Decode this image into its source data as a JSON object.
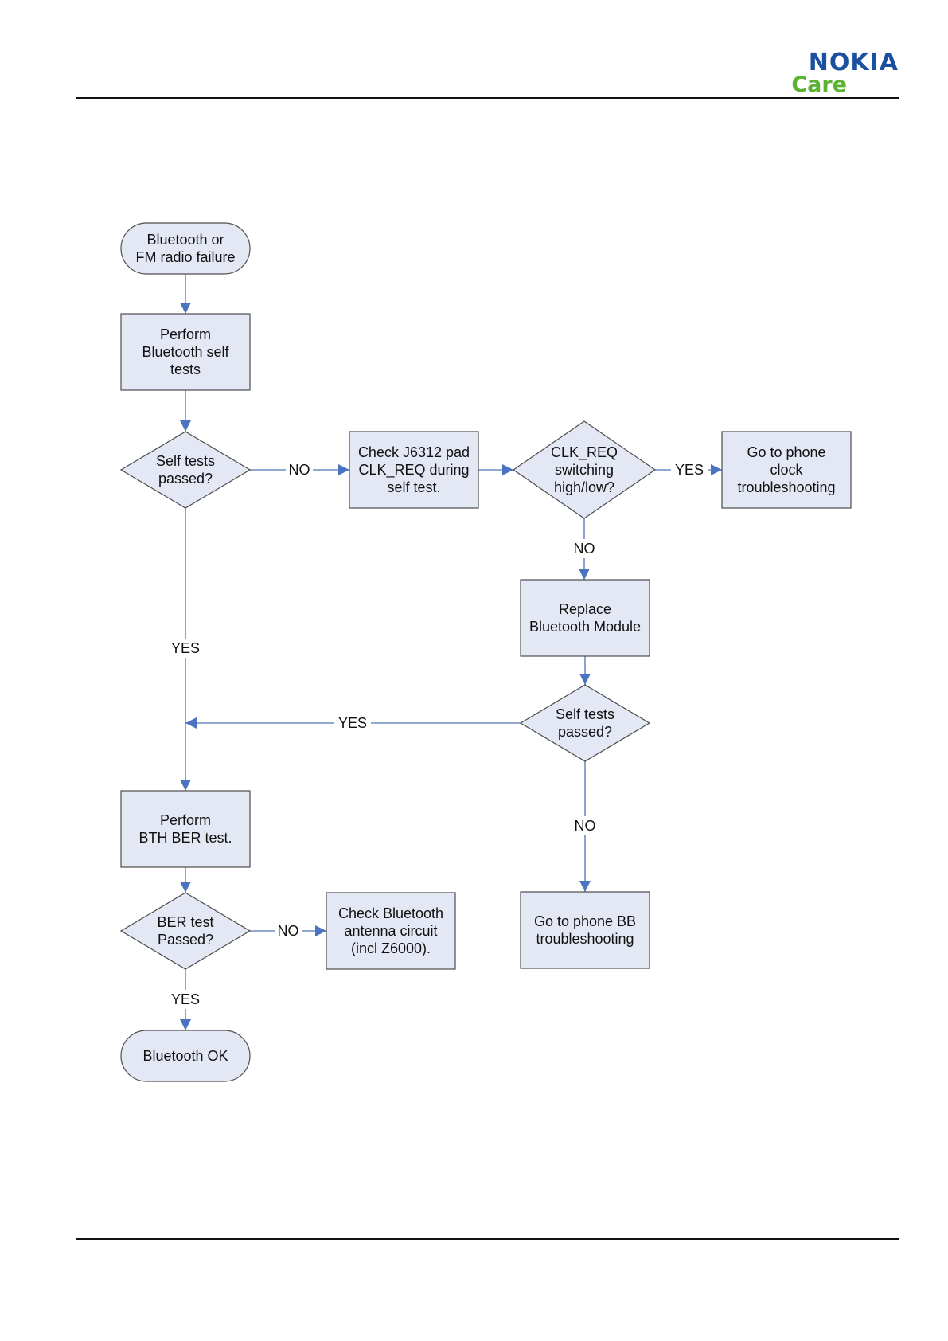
{
  "header": {
    "brand": "NOKIA",
    "sub_brand": "Care",
    "brand_color": "#1b4fa0",
    "sub_brand_color": "#5bb233"
  },
  "nodes": [
    {
      "id": "start",
      "shape": "terminator",
      "lines": [
        "Bluetooth or",
        "FM radio failure"
      ]
    },
    {
      "id": "bt-self-tests",
      "shape": "process",
      "lines": [
        "Perform",
        "Bluetooth self",
        "tests"
      ]
    },
    {
      "id": "self-tests-passed-1",
      "shape": "decision",
      "lines": [
        "Self tests",
        "passed?"
      ]
    },
    {
      "id": "check-j6312",
      "shape": "process",
      "lines": [
        "Check J6312 pad",
        "CLK_REQ during",
        "self test."
      ]
    },
    {
      "id": "clk-req-switching",
      "shape": "decision",
      "lines": [
        "CLK_REQ",
        "switching",
        "high/low?"
      ]
    },
    {
      "id": "phone-clock",
      "shape": "process",
      "lines": [
        "Go to phone",
        "clock",
        "troubleshooting"
      ]
    },
    {
      "id": "replace-bt-module",
      "shape": "process",
      "lines": [
        "Replace",
        "Bluetooth Module"
      ]
    },
    {
      "id": "self-tests-passed-2",
      "shape": "decision",
      "lines": [
        "Self tests",
        "passed?"
      ]
    },
    {
      "id": "bth-ber-test",
      "shape": "process",
      "lines": [
        "Perform",
        "BTH BER test."
      ]
    },
    {
      "id": "ber-test-passed",
      "shape": "decision",
      "lines": [
        "BER test",
        "Passed?"
      ]
    },
    {
      "id": "check-antenna",
      "shape": "process",
      "lines": [
        "Check Bluetooth",
        "antenna circuit",
        "(incl Z6000)."
      ]
    },
    {
      "id": "phone-bb",
      "shape": "process",
      "lines": [
        "Go to phone BB",
        "troubleshooting"
      ]
    },
    {
      "id": "bt-ok",
      "shape": "terminator",
      "lines": [
        "Bluetooth OK"
      ]
    }
  ],
  "edges": [
    {
      "from": "start",
      "to": "bt-self-tests",
      "label": ""
    },
    {
      "from": "bt-self-tests",
      "to": "self-tests-passed-1",
      "label": ""
    },
    {
      "from": "self-tests-passed-1",
      "to": "check-j6312",
      "label": "NO"
    },
    {
      "from": "check-j6312",
      "to": "clk-req-switching",
      "label": ""
    },
    {
      "from": "clk-req-switching",
      "to": "phone-clock",
      "label": "YES"
    },
    {
      "from": "clk-req-switching",
      "to": "replace-bt-module",
      "label": "NO"
    },
    {
      "from": "replace-bt-module",
      "to": "self-tests-passed-2",
      "label": ""
    },
    {
      "from": "self-tests-passed-1",
      "to": "bth-ber-test",
      "label": "YES"
    },
    {
      "from": "self-tests-passed-2",
      "to": "bth-ber-test",
      "label": "YES"
    },
    {
      "from": "self-tests-passed-2",
      "to": "phone-bb",
      "label": "NO"
    },
    {
      "from": "bth-ber-test",
      "to": "ber-test-passed",
      "label": ""
    },
    {
      "from": "ber-test-passed",
      "to": "check-antenna",
      "label": "NO"
    },
    {
      "from": "ber-test-passed",
      "to": "bt-ok",
      "label": "YES"
    }
  ]
}
